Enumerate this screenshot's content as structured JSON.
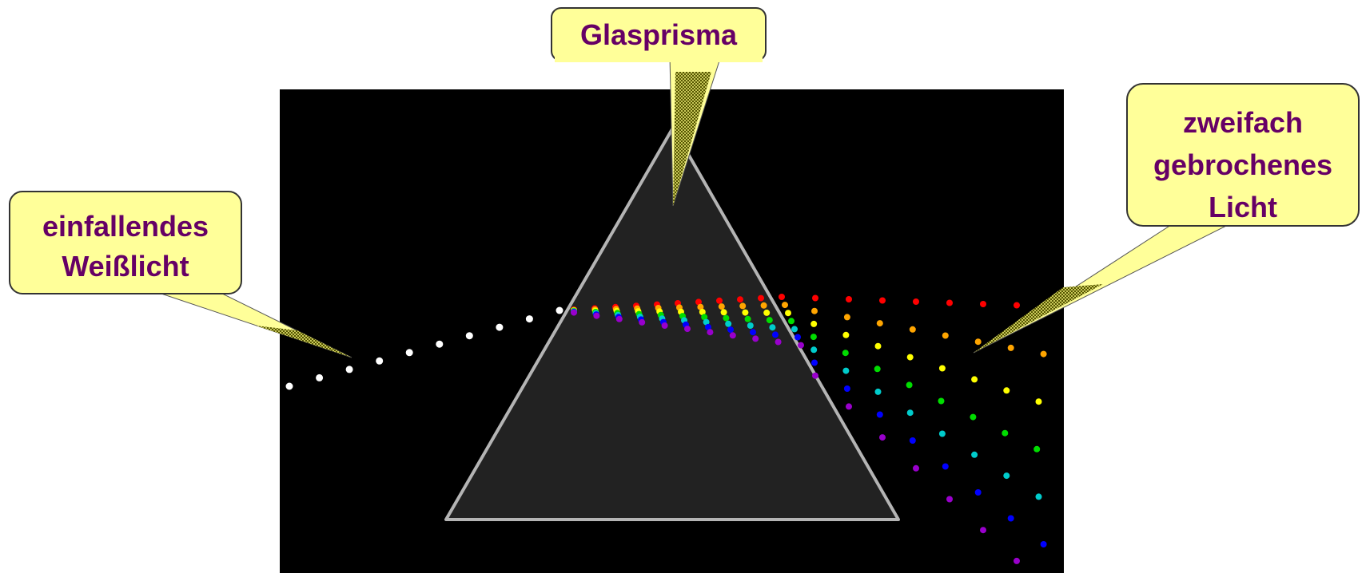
{
  "callouts": {
    "prism": "Glasprisma",
    "incident": [
      "einfallendes",
      "Weißlicht"
    ],
    "refracted": [
      "zweifach",
      "gebrochenes",
      "Licht"
    ]
  },
  "colors": {
    "background": "#000000",
    "prism_fill": "#222222",
    "prism_edge": "#b4b4b4",
    "callout_fill": "#ffff99",
    "callout_border": "#333333",
    "callout_text": "#660066",
    "white_light": "#ffffff",
    "spectrum": [
      "#ff0000",
      "#ffa500",
      "#ffff00",
      "#00dd00",
      "#00cccc",
      "#0000ff",
      "#9900cc"
    ]
  }
}
